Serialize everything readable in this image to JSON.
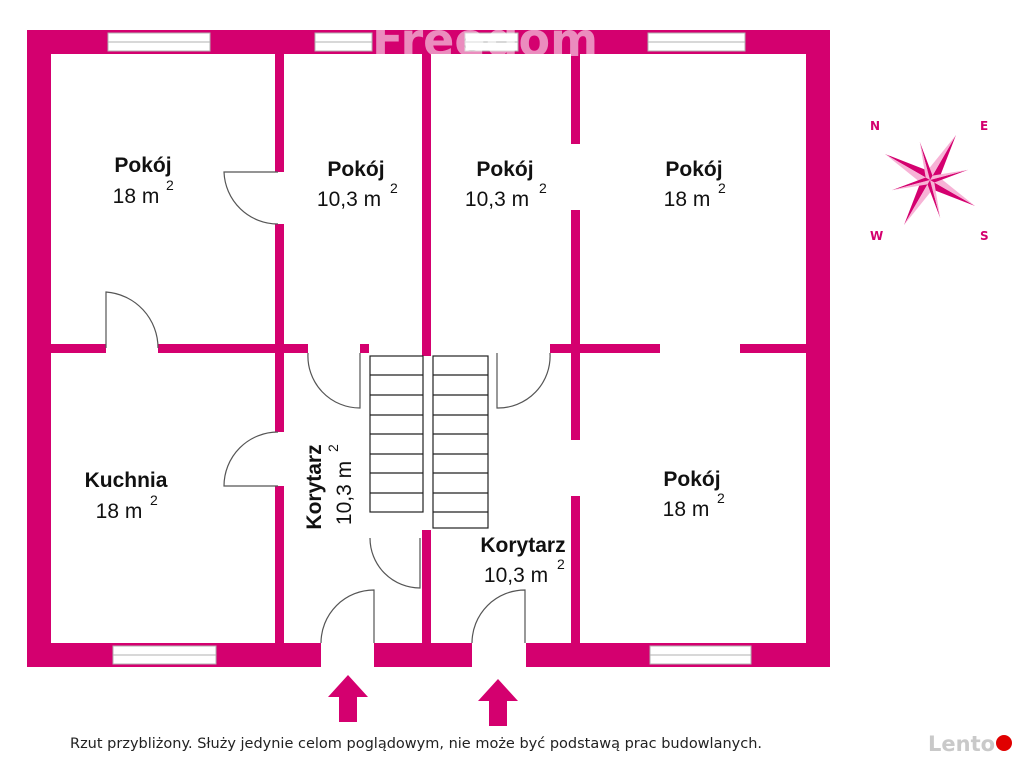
{
  "plan": {
    "wall_color": "#d4006f",
    "rooms": [
      {
        "name": "Pokój",
        "area": "18 m",
        "sup": "2"
      },
      {
        "name": "Pokój",
        "area": "10,3 m",
        "sup": "2"
      },
      {
        "name": "Pokój",
        "area": "10,3 m",
        "sup": "2"
      },
      {
        "name": "Pokój",
        "area": "18 m",
        "sup": "2"
      },
      {
        "name": "Kuchnia",
        "area": "18 m",
        "sup": "2"
      },
      {
        "name": "Pokój",
        "area": "18 m",
        "sup": "2"
      },
      {
        "name": "Korytarz",
        "area": "10,3 m",
        "sup": "2"
      },
      {
        "name": "Korytarz",
        "area": "10,3 m",
        "sup": "2"
      }
    ]
  },
  "compass": {
    "n": "N",
    "e": "E",
    "s": "S",
    "w": "W",
    "color": "#d4006f"
  },
  "watermark": {
    "text": "Freedom"
  },
  "disclaimer": "Rzut przybliżony. Służy jedynie celom poglądowym, nie może być podstawą prac budowlanych.",
  "brand": {
    "text": "Lento"
  }
}
